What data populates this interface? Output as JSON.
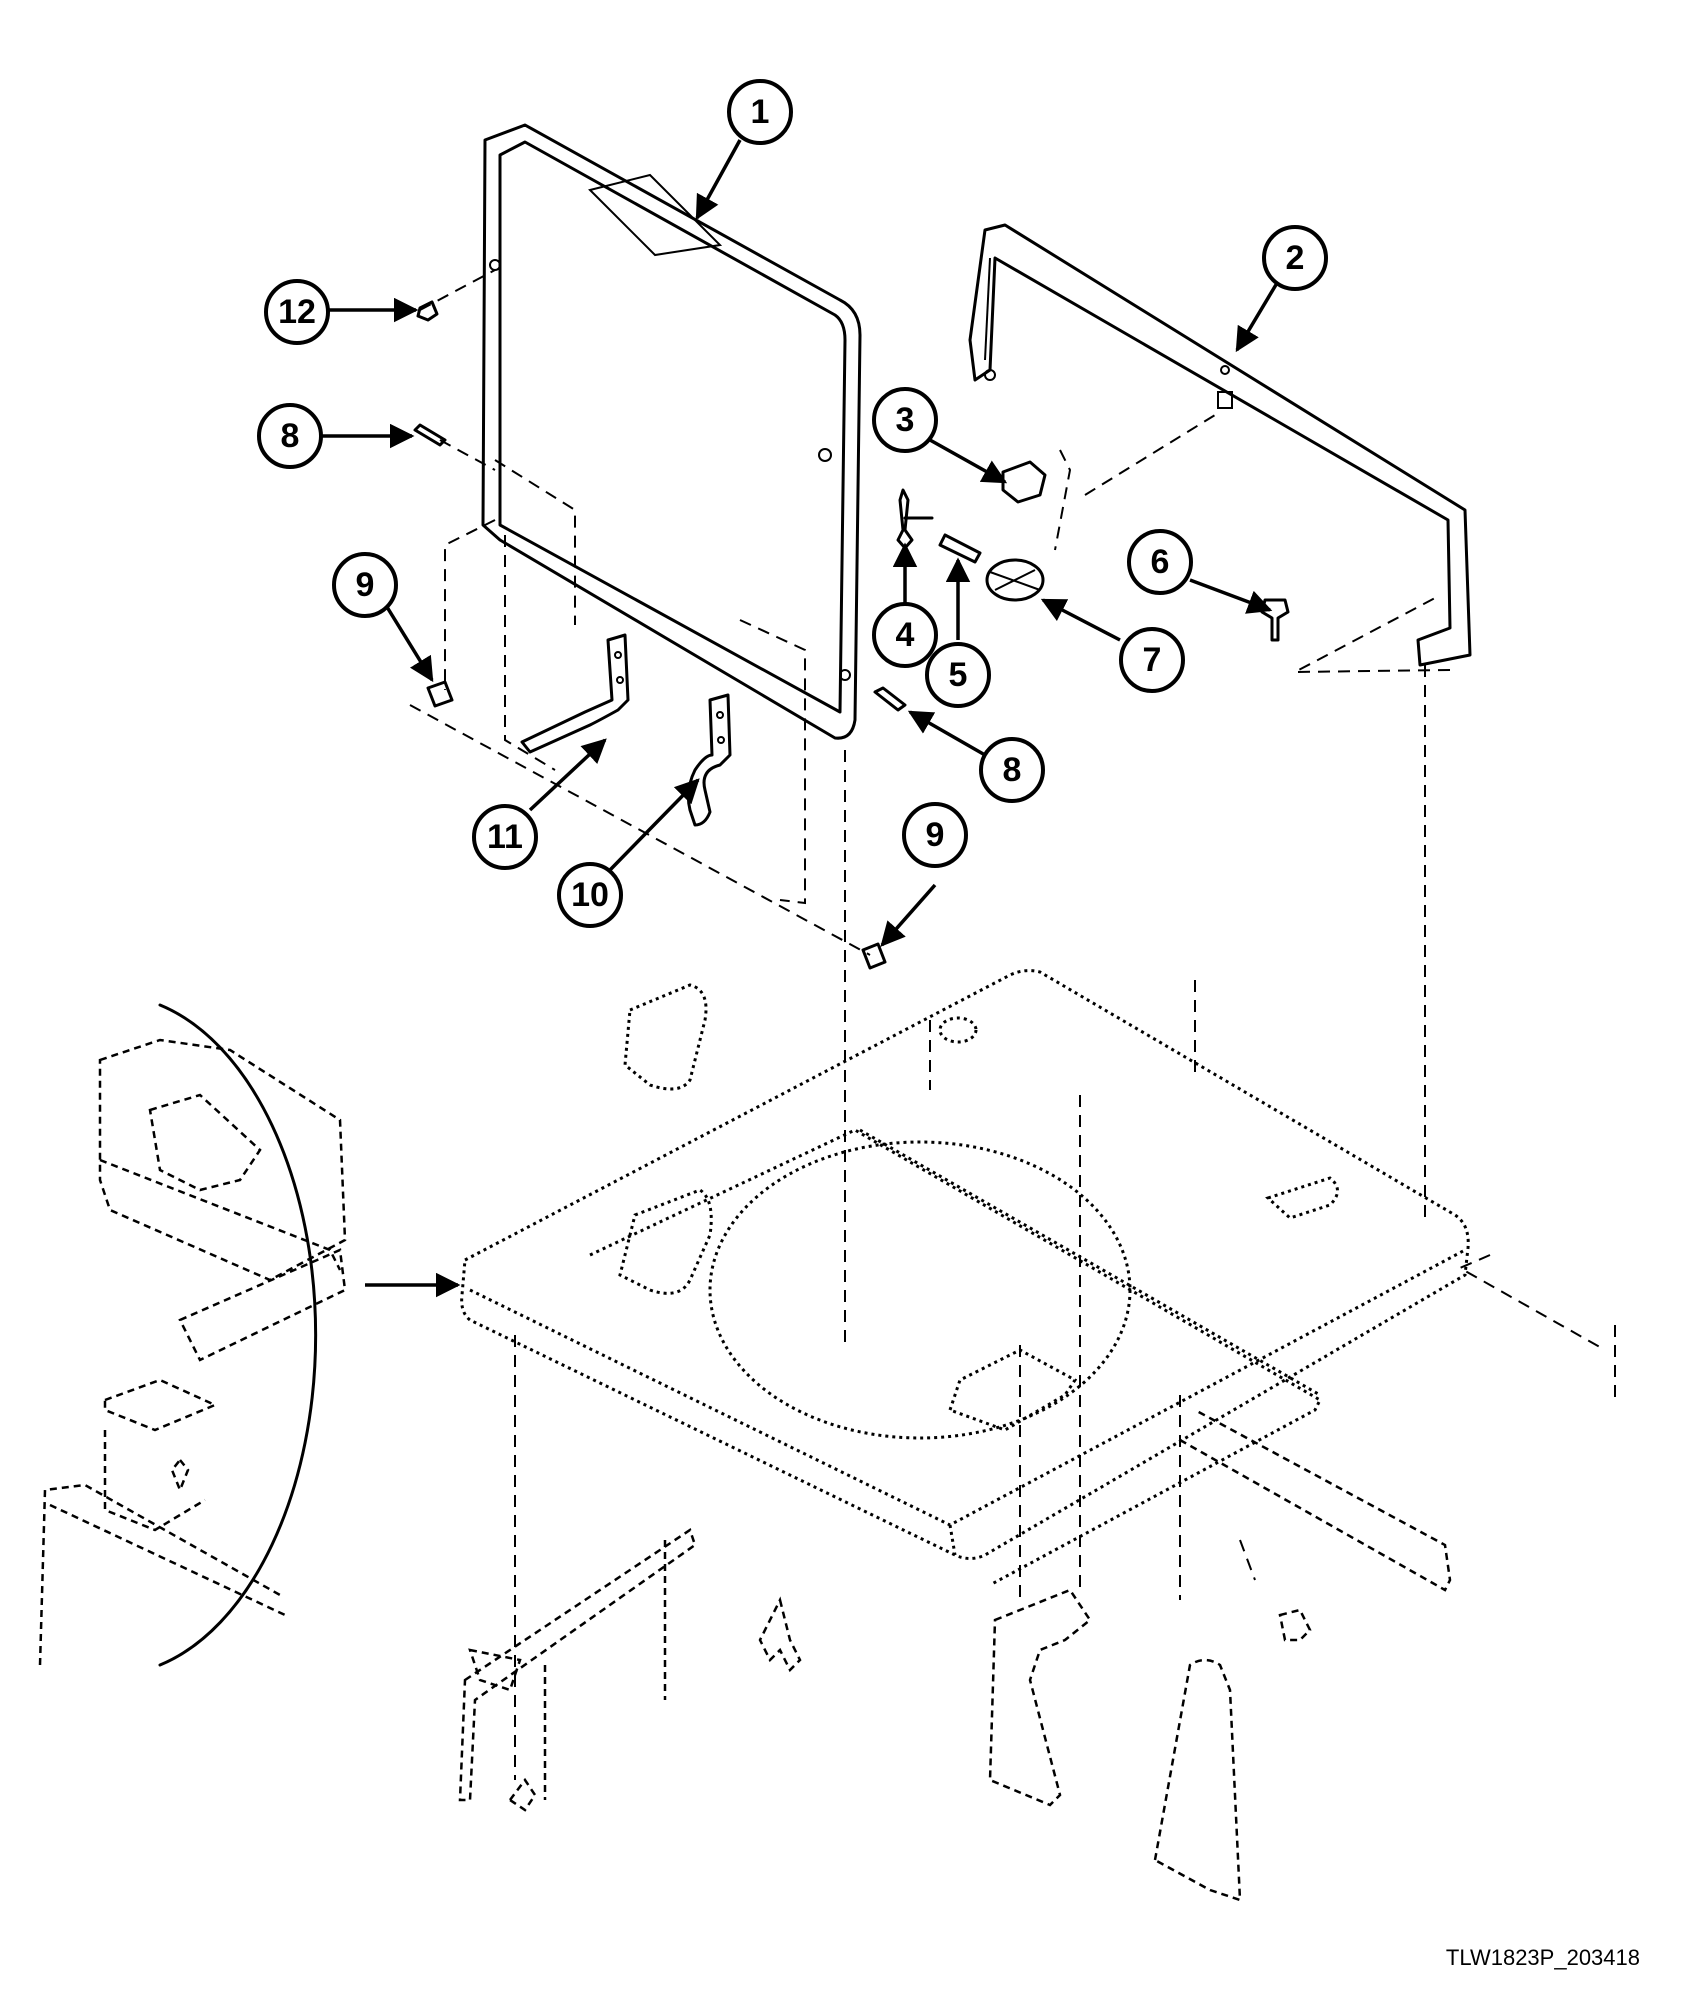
{
  "diagram": {
    "footer_code": "TLW1823P_203418",
    "callouts": [
      {
        "id": "callout-1",
        "label": "1"
      },
      {
        "id": "callout-2",
        "label": "2"
      },
      {
        "id": "callout-3",
        "label": "3"
      },
      {
        "id": "callout-4",
        "label": "4"
      },
      {
        "id": "callout-5",
        "label": "5"
      },
      {
        "id": "callout-6",
        "label": "6"
      },
      {
        "id": "callout-7",
        "label": "7"
      },
      {
        "id": "callout-8a",
        "label": "8"
      },
      {
        "id": "callout-8b",
        "label": "8"
      },
      {
        "id": "callout-9a",
        "label": "9"
      },
      {
        "id": "callout-9b",
        "label": "9"
      },
      {
        "id": "callout-10",
        "label": "10"
      },
      {
        "id": "callout-11",
        "label": "11"
      },
      {
        "id": "callout-12",
        "label": "12"
      }
    ]
  }
}
